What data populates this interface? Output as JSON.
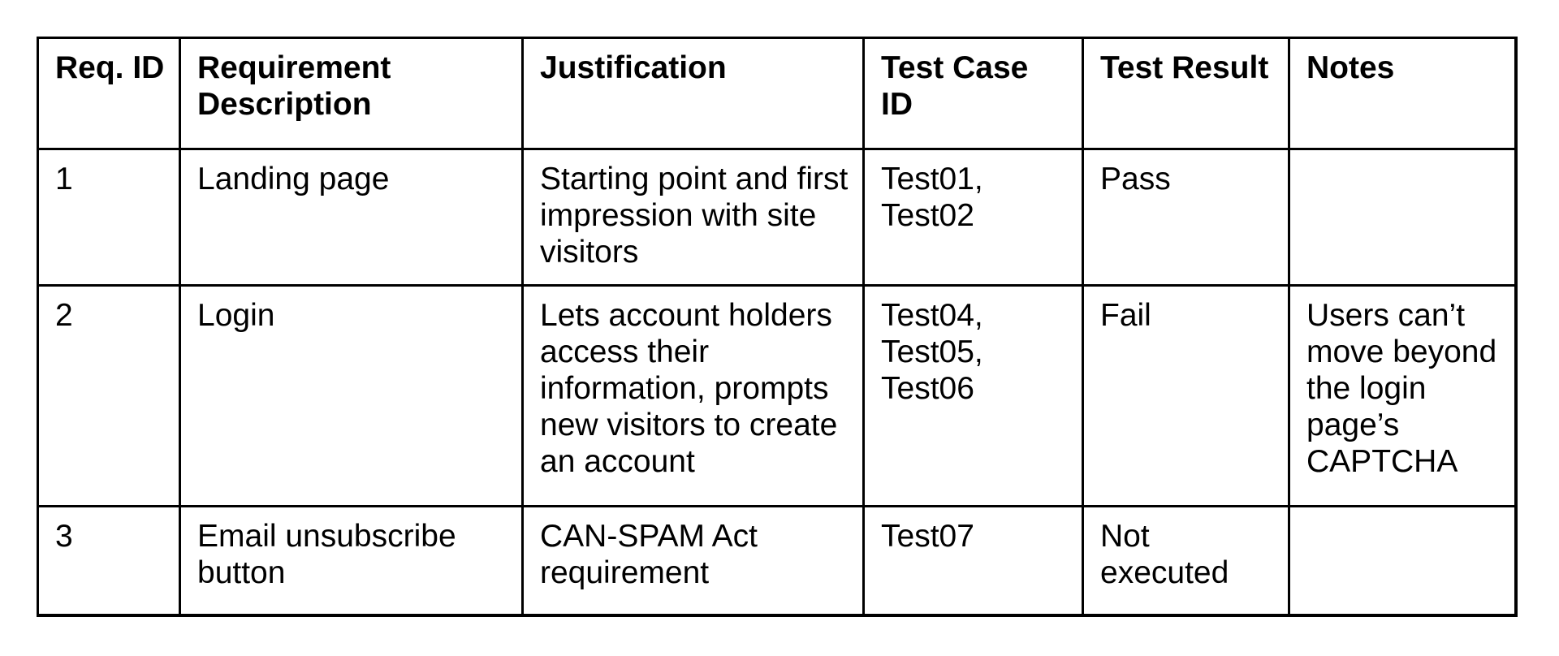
{
  "document": {
    "kind": "requirements-traceability-table",
    "background_color": "#ffffff",
    "border_color": "#000000",
    "text_color": "#000000"
  },
  "table": {
    "columns": [
      {
        "key": "req_id",
        "label": "Req. ID"
      },
      {
        "key": "requirement_description",
        "label": "Requirement\nDescription"
      },
      {
        "key": "justification",
        "label": "Justification"
      },
      {
        "key": "test_case_id",
        "label": "Test Case\nID"
      },
      {
        "key": "test_result",
        "label": "Test Result"
      },
      {
        "key": "notes",
        "label": "Notes"
      }
    ],
    "rows": [
      {
        "req_id": "1",
        "requirement_description": "Landing page",
        "justification": "Starting point and first\nimpression with site\nvisitors",
        "test_case_id": "Test01,\nTest02",
        "test_result": "Pass",
        "notes": ""
      },
      {
        "req_id": "2",
        "requirement_description": "Login",
        "justification": "Lets account holders\naccess their\ninformation, prompts\nnew visitors to create\nan account",
        "test_case_id": "Test04,\nTest05,\nTest06",
        "test_result": "Fail",
        "notes": "Users can’t\nmove beyond\nthe login\npage’s\nCAPTCHA"
      },
      {
        "req_id": "3",
        "requirement_description": "Email unsubscribe\nbutton",
        "justification": "CAN-SPAM Act\nrequirement",
        "test_case_id": "Test07",
        "test_result": "Not\nexecuted",
        "notes": ""
      }
    ]
  }
}
